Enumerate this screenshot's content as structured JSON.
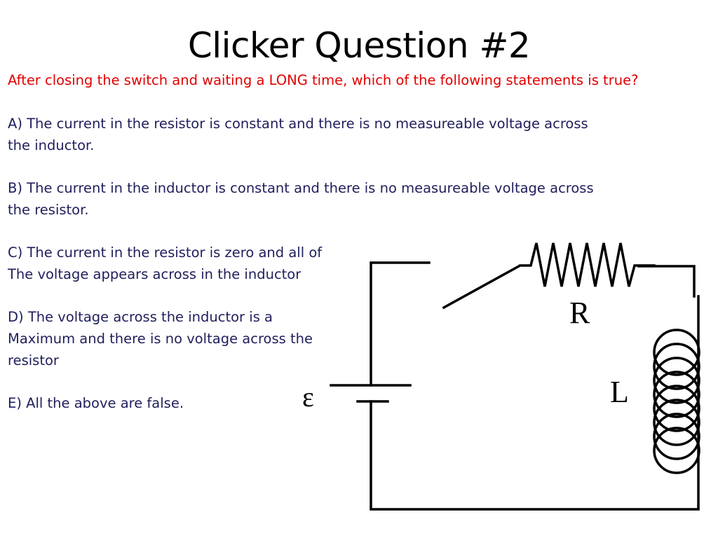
{
  "slide": {
    "title": "Clicker Question #2",
    "prompt": "After closing the switch and waiting a LONG time, which of the following statements is true?",
    "options": {
      "a": [
        "A) The current in the resistor is constant and there is no measureable voltage across",
        "the inductor."
      ],
      "b": [
        "B) The current in the inductor is constant and there is no measureable voltage across",
        "the resistor."
      ],
      "c": [
        "C) The current in the resistor is zero and all of",
        "The voltage appears across in the inductor"
      ],
      "d": [
        "D) The voltage across the inductor is a",
        "Maximum and there is no voltage across the",
        "resistor"
      ],
      "e": [
        "E) All the above are false."
      ]
    },
    "colors": {
      "prompt": "#e00000",
      "body": "#1f1f5c",
      "title": "#000000"
    }
  },
  "circuit": {
    "resistor_label": "R",
    "inductor_label": "L",
    "emf_label": "ε"
  }
}
